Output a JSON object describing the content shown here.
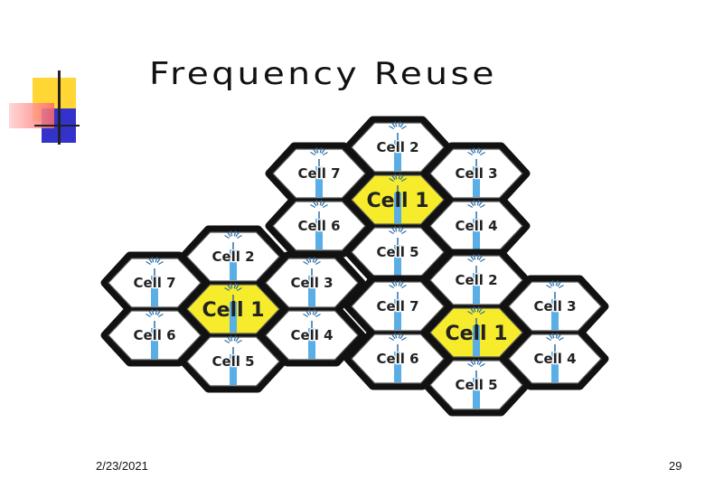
{
  "slide": {
    "title": "Frequency Reuse",
    "footer_date": "2/23/2021",
    "page_number": "29"
  },
  "colors": {
    "center_fill": "#f7ec2c",
    "outer_fill": "#ffffff",
    "hex_stroke": "#111111",
    "tower": "#5aaee6",
    "label": "#222222"
  },
  "clusters": [
    {
      "cells": [
        {
          "role": "center",
          "label": "Cell 1"
        },
        {
          "role": "top",
          "label": "Cell 2"
        },
        {
          "role": "upper-right",
          "label": "Cell 3"
        },
        {
          "role": "lower-right",
          "label": "Cell 4"
        },
        {
          "role": "bottom",
          "label": "Cell 5"
        },
        {
          "role": "lower-left",
          "label": "Cell 6"
        },
        {
          "role": "upper-left",
          "label": "Cell 7"
        }
      ]
    },
    {
      "cells": [
        {
          "role": "center",
          "label": "Cell 1"
        },
        {
          "role": "top",
          "label": "Cell 2"
        },
        {
          "role": "upper-right",
          "label": "Cell 3"
        },
        {
          "role": "lower-right",
          "label": "Cell 4"
        },
        {
          "role": "bottom",
          "label": "Cell 5"
        },
        {
          "role": "lower-left",
          "label": "Cell 6"
        },
        {
          "role": "upper-left",
          "label": "Cell 7"
        }
      ]
    },
    {
      "cells": [
        {
          "role": "center",
          "label": "Cell 1"
        },
        {
          "role": "top",
          "label": "Cell 2"
        },
        {
          "role": "upper-right",
          "label": "Cell 3"
        },
        {
          "role": "lower-right",
          "label": "Cell 4"
        },
        {
          "role": "bottom",
          "label": "Cell 5"
        },
        {
          "role": "lower-left",
          "label": "Cell 6"
        },
        {
          "role": "upper-left",
          "label": "Cell 7"
        }
      ]
    }
  ]
}
